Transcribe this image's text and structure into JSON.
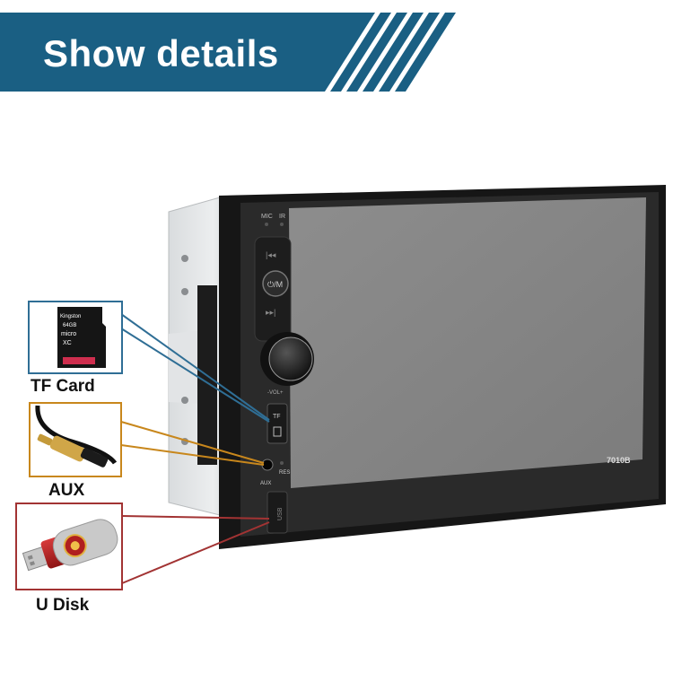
{
  "banner": {
    "title": "Show details",
    "color": "#1a5f83"
  },
  "device": {
    "model": "7010B",
    "labels": {
      "mic": "MIC",
      "ir": "IR",
      "vol": "-VOL+",
      "tf": "TF",
      "aux": "AUX",
      "res": "RES",
      "usb": "USB"
    },
    "buttons": [
      "prev",
      "power-mode",
      "next",
      "volume-knob"
    ]
  },
  "callouts": {
    "tf_card": {
      "label": "TF Card",
      "border_color": "#2f6e95",
      "line_color": "#2f6e95"
    },
    "aux": {
      "label": "AUX",
      "border_color": "#c8871c",
      "line_color": "#c8871c"
    },
    "u_disk": {
      "label": "U Disk",
      "border_color": "#a23333",
      "line_color": "#a23333"
    }
  },
  "sd_card": {
    "brand": "Kingston",
    "capacity": "64GB",
    "text": "micro",
    "class": "XC"
  }
}
